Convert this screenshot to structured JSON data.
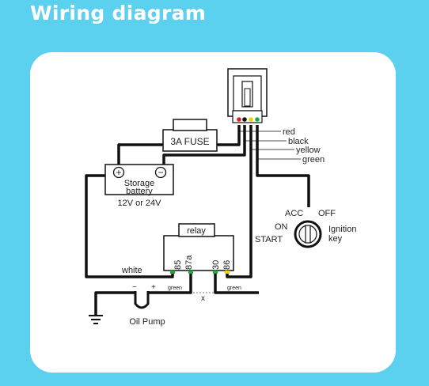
{
  "title": "Wiring diagram",
  "colors": {
    "background": "#5bd0ef",
    "card": "#ffffff",
    "wire": "#111111",
    "pin_red": "#e02020",
    "pin_black": "#111111",
    "pin_yellow": "#f0d000",
    "pin_green": "#1fa83a"
  },
  "fuse": {
    "label": "3A FUSE"
  },
  "battery": {
    "label_line1": "Storage",
    "label_line2": "battery",
    "voltage": "12V or 24V",
    "plus": "+",
    "minus": "−"
  },
  "connector_wires": [
    "red",
    "black",
    "yellow",
    "green"
  ],
  "ignition": {
    "acc": "ACC",
    "off": "OFF",
    "on": "ON",
    "start": "START",
    "label_line1": "Ignition",
    "label_line2": "key"
  },
  "relay": {
    "label": "relay",
    "pin_85": "85",
    "pin_87a": "87a",
    "pin_30": "30",
    "pin_86": "86"
  },
  "wire_labels": {
    "white": "white",
    "green_left": "green",
    "green_right": "green",
    "cut_mark": "x"
  },
  "pump": {
    "label": "Oil Pump",
    "minus": "−",
    "plus": "+"
  }
}
